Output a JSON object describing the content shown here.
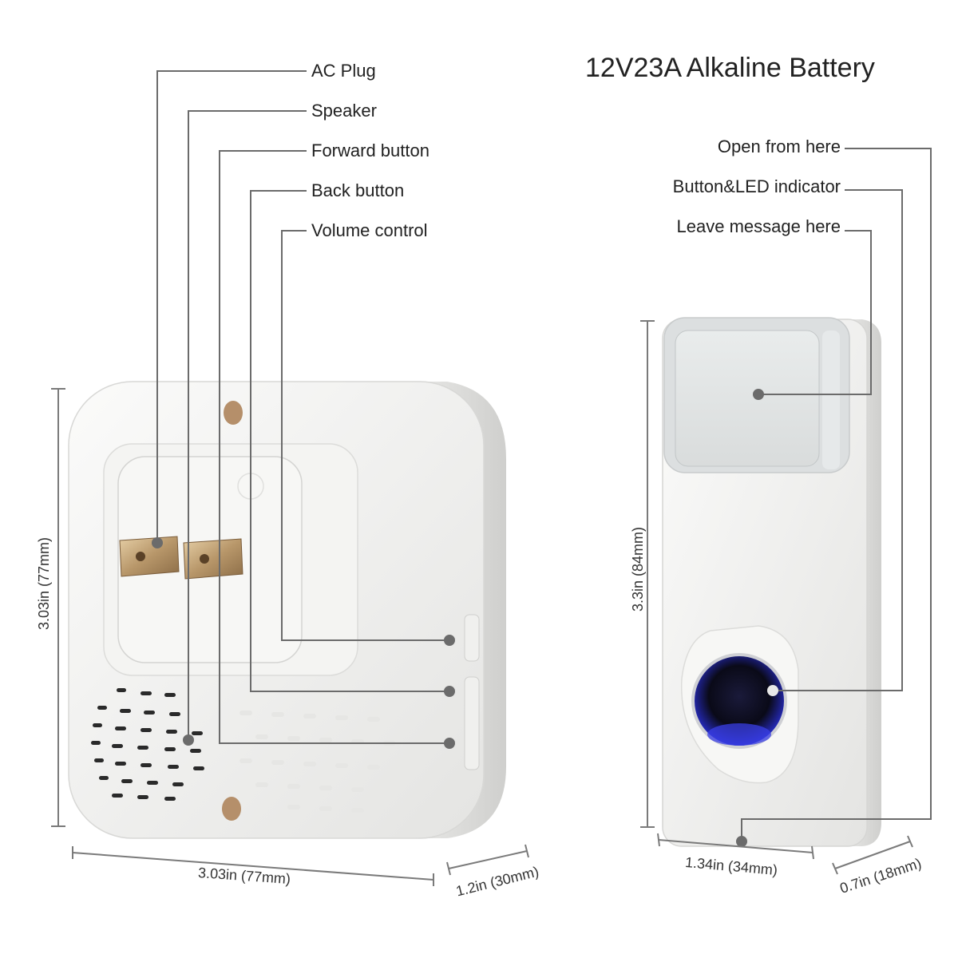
{
  "title": "12V23A Alkaline Battery",
  "receiver_labels": {
    "ac_plug": "AC Plug",
    "speaker": "Speaker",
    "forward_button": "Forward button",
    "back_button": "Back button",
    "volume_control": "Volume control"
  },
  "transmitter_labels": {
    "open_from_here": "Open from here",
    "button_led_indicator": "Button&LED indicator",
    "leave_message_here": "Leave message here"
  },
  "dimensions": {
    "receiver_height": "3.03in (77mm)",
    "receiver_width": "3.03in (77mm)",
    "receiver_depth": "1.2in (30mm)",
    "transmitter_height": "3.3in (84mm)",
    "transmitter_width": "1.34in (34mm)",
    "transmitter_depth": "0.7in (18mm)"
  },
  "colors": {
    "leader_line": "#6b6b6b",
    "device_body": "#f2f2f0",
    "led_blue": "#2a2fd6"
  }
}
